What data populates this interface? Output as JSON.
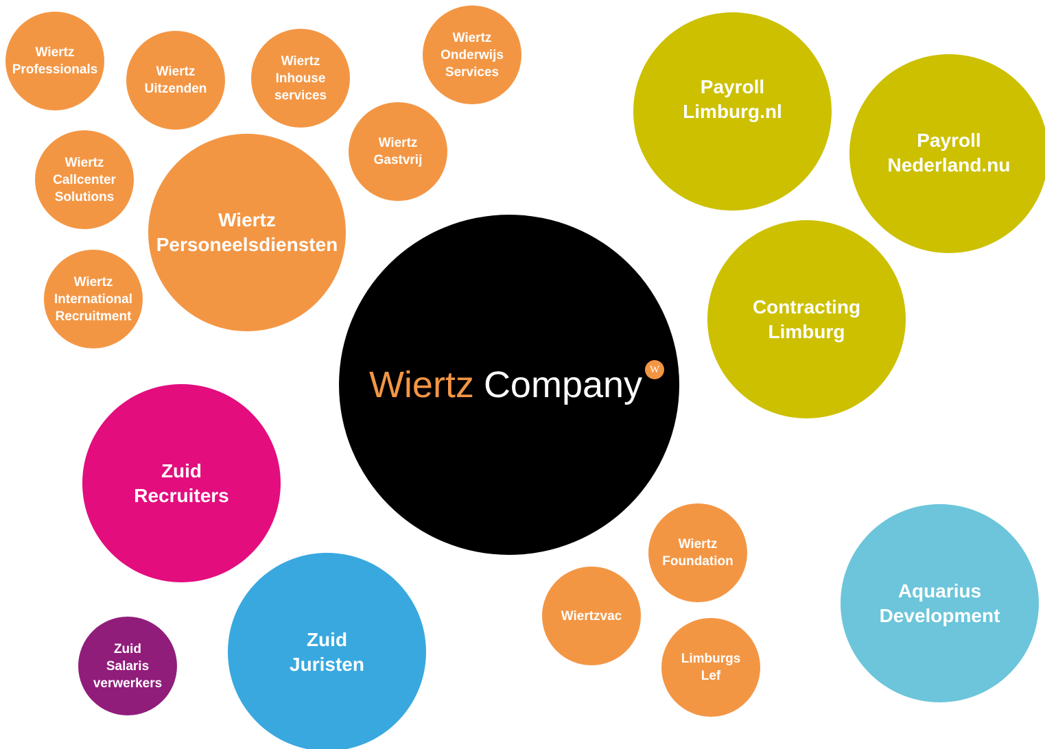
{
  "colors": {
    "orange": "#f39644",
    "olive": "#ccc000",
    "magenta": "#e30d7e",
    "blue": "#39a8df",
    "purple": "#911d7b",
    "light_blue": "#6cc5da",
    "black": "#000000"
  },
  "center": {
    "brand_part1": "Wiertz",
    "brand_part2": "Company",
    "logo_mark": "W"
  },
  "bubbles": {
    "wiertz_professionals": [
      "Wiertz",
      "Professionals"
    ],
    "wiertz_uitzenden": [
      "Wiertz",
      "Uitzenden"
    ],
    "wiertz_inhouse": [
      "Wiertz",
      "Inhouse",
      "services"
    ],
    "wiertz_onderwijs": [
      "Wiertz",
      "Onderwijs",
      "Services"
    ],
    "wiertz_gastvrij": [
      "Wiertz",
      "Gastvrij"
    ],
    "wiertz_callcenter": [
      "Wiertz",
      "Callcenter",
      "Solutions"
    ],
    "wiertz_personeelsdiensten": [
      "Wiertz",
      "Personeelsdiensten"
    ],
    "wiertz_international": [
      "Wiertz",
      "International",
      "Recruitment"
    ],
    "payroll_limburg": [
      "Payroll",
      "Limburg.nl"
    ],
    "payroll_nederland": [
      "Payroll",
      "Nederland.nu"
    ],
    "contracting_limburg": [
      "Contracting",
      "Limburg"
    ],
    "zuid_recruiters": [
      "Zuid",
      "Recruiters"
    ],
    "zuid_juristen": [
      "Zuid",
      "Juristen"
    ],
    "zuid_salaris": [
      "Zuid",
      "Salaris",
      "verwerkers"
    ],
    "wiertz_foundation": [
      "Wiertz",
      "Foundation"
    ],
    "wiertzvac": [
      "Wiertzvac"
    ],
    "limburgs_lef": [
      "Limburgs",
      "Lef"
    ],
    "aquarius_development": [
      "Aquarius",
      "Development"
    ]
  }
}
